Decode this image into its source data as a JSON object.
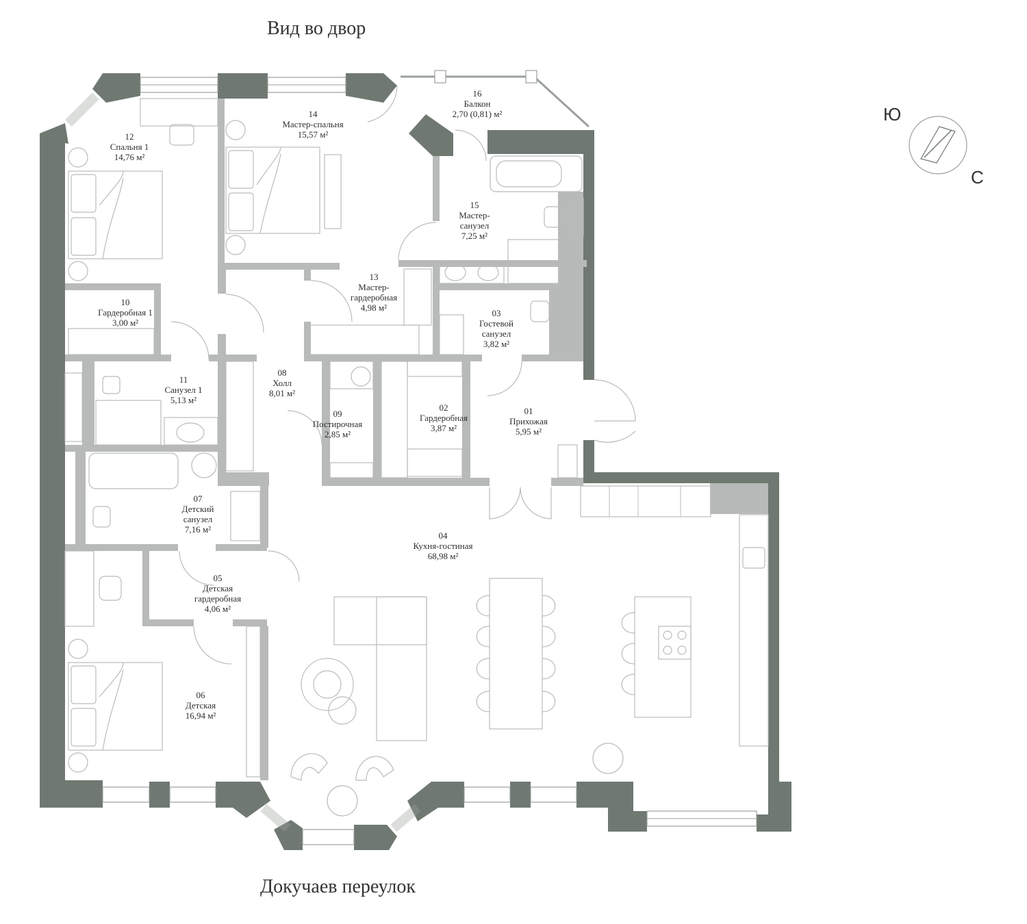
{
  "streets": {
    "top": "Вид во двор",
    "bottom": "Докучаев переулок"
  },
  "compass": {
    "south": "Ю",
    "north": "С"
  },
  "colors": {
    "outer_wall": "#6f7972",
    "inner_wall": "#b7bab8",
    "furniture_line": "#b9bcba"
  },
  "rooms": [
    {
      "num": "12",
      "name": "Спальня 1",
      "area": "14,76 м²"
    },
    {
      "num": "14",
      "name": "Мастер-спальня",
      "area": "15,57 м²"
    },
    {
      "num": "16",
      "name": "Балкон",
      "area": "2,70 (0,81) м²"
    },
    {
      "num": "15",
      "name": "Мастер-",
      "name2": "санузел",
      "area": "7,25 м²"
    },
    {
      "num": "13",
      "name": "Мастер-",
      "name2": "гардеробная",
      "area": "4,98 м²"
    },
    {
      "num": "10",
      "name": "Гардеробная 1",
      "area": "3,00 м²"
    },
    {
      "num": "03",
      "name": "Гостевой",
      "name2": "санузел",
      "area": "3,82 м²"
    },
    {
      "num": "11",
      "name": "Санузел 1",
      "area": "5,13 м²"
    },
    {
      "num": "08",
      "name": "Холл",
      "area": "8,01 м²"
    },
    {
      "num": "09",
      "name": "Постирочная",
      "area": "2,85 м²"
    },
    {
      "num": "02",
      "name": "Гардеробная",
      "area": "3,87 м²"
    },
    {
      "num": "01",
      "name": "Прихожая",
      "area": "5,95 м²"
    },
    {
      "num": "07",
      "name": "Детский",
      "name2": "санузел",
      "area": "7,16 м²"
    },
    {
      "num": "04",
      "name": "Кухня-гостиная",
      "area": "68,98 м²"
    },
    {
      "num": "05",
      "name": "Детская",
      "name2": "гардеробная",
      "area": "4,06 м²"
    },
    {
      "num": "06",
      "name": "Детская",
      "area": "16,94 м²"
    }
  ]
}
